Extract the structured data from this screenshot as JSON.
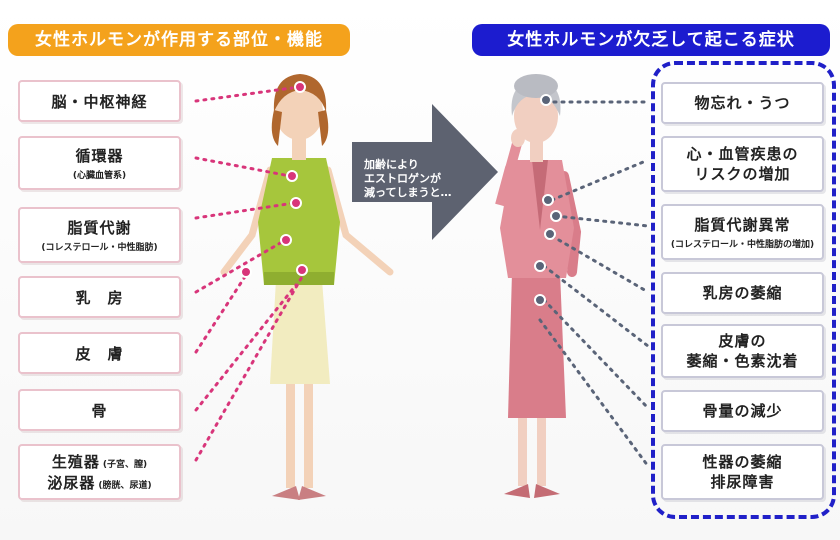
{
  "left": {
    "title": "女性ホルモンが作用する部位・機能",
    "items": [
      {
        "main": "脳・中枢神経",
        "sub": ""
      },
      {
        "main": "循環器",
        "sub": "(心臓血管系)"
      },
      {
        "main": "脂質代謝",
        "sub": "(コレステロール・中性脂肪)"
      },
      {
        "main": "乳　房",
        "sub": ""
      },
      {
        "main": "皮　膚",
        "sub": ""
      },
      {
        "main": "骨",
        "sub": ""
      },
      {
        "main": "生殖器",
        "sub": "(子宮、膣)",
        "main2": "泌尿器",
        "sub2": "(膀胱、尿道)"
      }
    ]
  },
  "arrow": {
    "lines": [
      "加齢により",
      "エストロゲンが",
      "減ってしまうと…"
    ]
  },
  "right": {
    "title": "女性ホルモンが欠乏して起こる症状",
    "items": [
      {
        "lines": [
          "物忘れ・うつ"
        ],
        "sub": ""
      },
      {
        "lines": [
          "心・血管疾患の",
          "リスクの増加"
        ],
        "sub": ""
      },
      {
        "lines": [
          "脂質代謝異常"
        ],
        "sub": "(コレステロール・中性脂肪の増加)"
      },
      {
        "lines": [
          "乳房の萎縮"
        ],
        "sub": ""
      },
      {
        "lines": [
          "皮膚の",
          "萎縮・色素沈着"
        ],
        "sub": ""
      },
      {
        "lines": [
          "骨量の減少"
        ],
        "sub": ""
      },
      {
        "lines": [
          "性器の萎縮",
          "排尿障害"
        ],
        "sub": ""
      }
    ]
  },
  "colors": {
    "left_title_bg": "#f4a21c",
    "right_title_bg": "#1c1ccf",
    "left_dot": "#d8357a",
    "right_dot": "#5a6478",
    "arrow": "#5d6270"
  }
}
